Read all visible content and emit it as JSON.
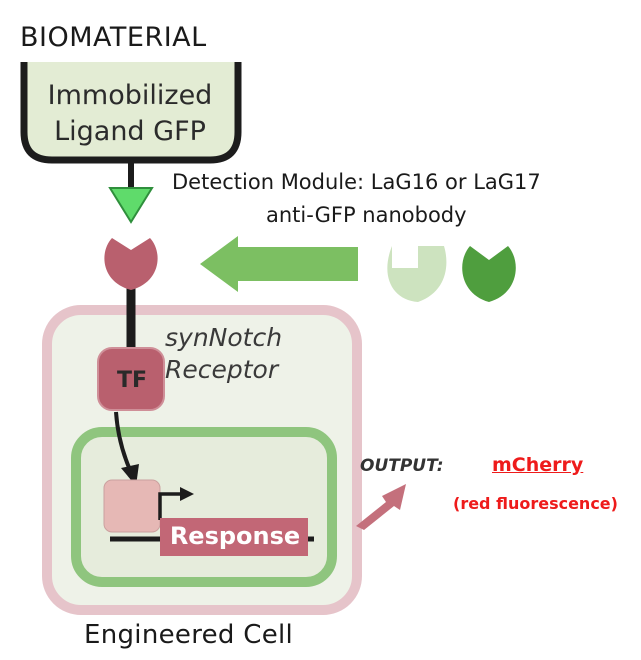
{
  "title": "BIOMATERIAL",
  "biomaterial_box": {
    "line1": "Immobilized",
    "line2": "Ligand GFP"
  },
  "detection_module": {
    "line1": "Detection Module: LaG16 or LaG17",
    "line2": "anti-GFP nanobody"
  },
  "receptor": {
    "line1": "synNotch",
    "line2": "Receptor",
    "tf_label": "TF"
  },
  "response_label": "Response",
  "output": {
    "label": "OUTPUT:",
    "product": "mCherry",
    "note": "(red fluorescence)"
  },
  "cell_label": "Engineered Cell",
  "colors": {
    "biomaterial_fill": "#e3ecd4",
    "receptor_red": "#b9606e",
    "cell_border": "#e6c4ca",
    "cell_fill": "#eef2e8",
    "nucleus_border": "#8fc57e",
    "arrow_green": "#7cbf62",
    "nanobody_light": "#cde3bf",
    "nanobody_dark": "#4f9e3e",
    "output_red": "#ee1b1b"
  }
}
